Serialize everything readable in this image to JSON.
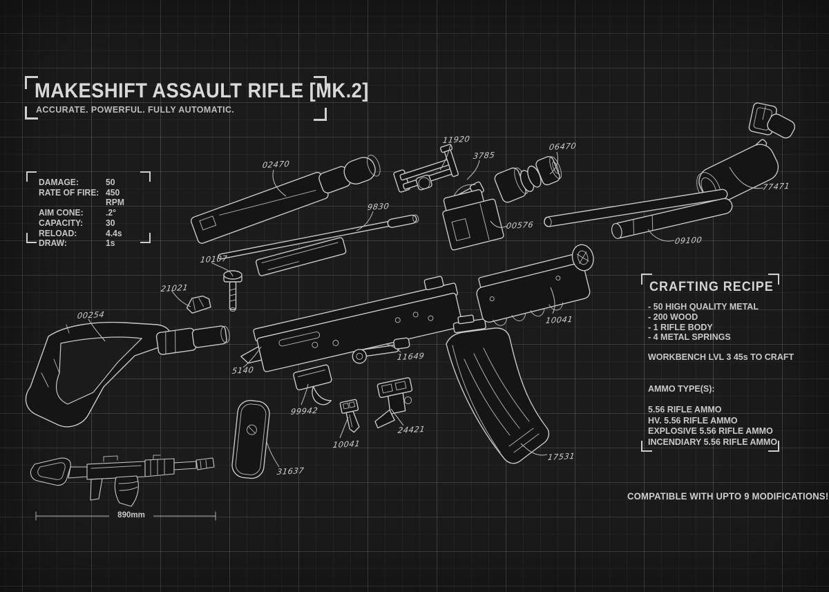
{
  "poster": {
    "title": "MAKESHIFT ASSAULT RIFLE [MK.2]",
    "subtitle": "ACCURATE. POWERFUL. FULLY AUTOMATIC.",
    "compatibility_note": "COMPATIBLE WITH UPTO 9 MODIFICATIONS!",
    "dimension_label": "890mm"
  },
  "stats": {
    "rows": [
      {
        "label": "DAMAGE:",
        "value": "50"
      },
      {
        "label": "RATE OF FIRE:",
        "value": "450 RPM"
      },
      {
        "label": "AIM CONE:",
        "value": ".2°"
      },
      {
        "label": "CAPACITY:",
        "value": "30"
      },
      {
        "label": "RELOAD:",
        "value": "4.4s"
      },
      {
        "label": "DRAW:",
        "value": "1s"
      }
    ]
  },
  "crafting": {
    "heading": "CRAFTING RECIPE",
    "ingredients": [
      "- 50 HIGH QUALITY METAL",
      "- 200 WOOD",
      "- 1 RIFLE BODY",
      "- 4 METAL SPRINGS"
    ],
    "workbench_note": "WORKBENCH LVL 3 45s TO CRAFT",
    "ammo_heading": "AMMO TYPE(S):",
    "ammo_types": [
      "5.56 RIFLE AMMO",
      "HV. 5.56 RIFLE AMMO",
      "EXPLOSIVE 5.56 RIFLE AMMO",
      "INCENDIARY 5.56 RIFLE AMMO"
    ]
  },
  "parts": [
    {
      "name": "receiver-cover",
      "label": "02470"
    },
    {
      "name": "bolt-carrier-assembly",
      "label": "11920"
    },
    {
      "name": "firing-pin",
      "label": "3785"
    },
    {
      "name": "muzzle-brake",
      "label": "06470"
    },
    {
      "name": "tube-stock",
      "label": "77471"
    },
    {
      "name": "recoil-spring-rod",
      "label": "9830"
    },
    {
      "name": "trunnion-block",
      "label": "00576"
    },
    {
      "name": "barrel-gas-tube",
      "label": "09100"
    },
    {
      "name": "bolt-screw",
      "label": "10107"
    },
    {
      "name": "rail-bracket",
      "label": "21021"
    },
    {
      "name": "shovel-grip-stock",
      "label": "00254"
    },
    {
      "name": "receiver-body",
      "label": "5140"
    },
    {
      "name": "hammer",
      "label": "99942"
    },
    {
      "name": "sear",
      "label": "10041"
    },
    {
      "name": "trigger-assembly",
      "label": "24421"
    },
    {
      "name": "op-rod-linkage",
      "label": "11649"
    },
    {
      "name": "curved-magazine",
      "label": "17531"
    },
    {
      "name": "pistol-grip",
      "label": "31637"
    },
    {
      "name": "handguard",
      "label": "10041"
    }
  ],
  "colors": {
    "background": "#1b1b1b",
    "grid_minor": "#232323",
    "grid_major": "#3a3a3a",
    "line_art": "#c9c9c9",
    "text": "#d6d6d6"
  }
}
